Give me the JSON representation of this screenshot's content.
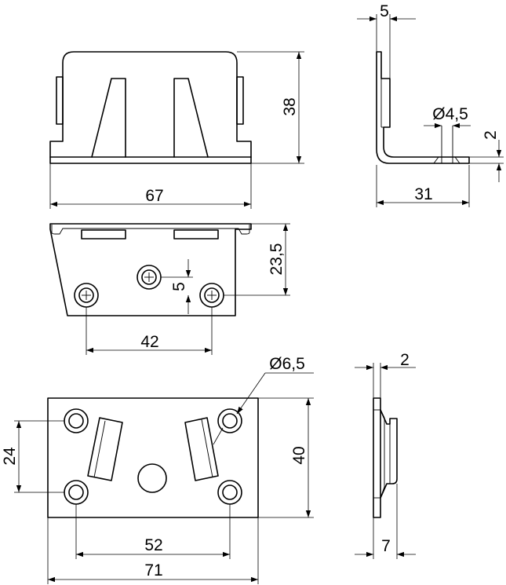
{
  "drawing": {
    "dimensions": {
      "top_width": "67",
      "top_height": "38",
      "side_thickness": "5",
      "hole_diameter_small": "Ø4,5",
      "side_offset": "2",
      "side_depth": "31",
      "mid_height": "23,5",
      "mid_hole_offset": "5",
      "mid_hole_spacing": "42",
      "hole_diameter_large": "Ø6,5",
      "bottom_hole_vertical": "24",
      "bottom_height": "40",
      "bottom_hole_horizontal": "52",
      "bottom_width": "71",
      "side2_thickness": "2",
      "side2_depth": "7"
    }
  }
}
